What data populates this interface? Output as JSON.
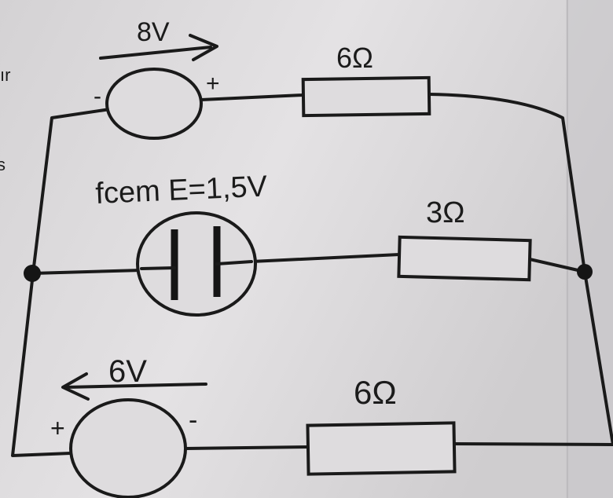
{
  "margin_text": {
    "top": "ır",
    "middle": "s"
  },
  "top_branch": {
    "source_voltage": "8V",
    "plus": "+",
    "minus": "-",
    "resistor": "6Ω"
  },
  "middle_branch": {
    "fcem_label": "fcem E=1,5V",
    "resistor": "3Ω"
  },
  "bottom_branch": {
    "source_voltage": "6V",
    "plus": "+",
    "minus": "-",
    "resistor": "6Ω"
  },
  "colors": {
    "paper": "#dedcde",
    "ink": "#1a1a1a"
  }
}
